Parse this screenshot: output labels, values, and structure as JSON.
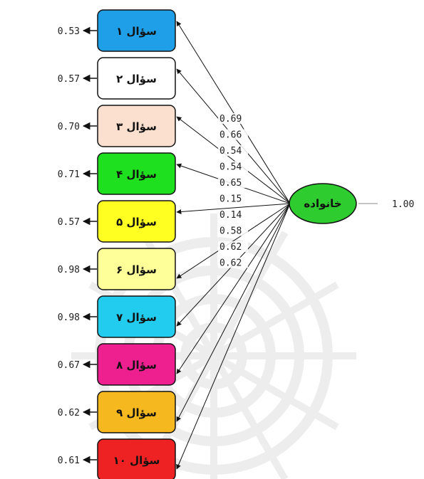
{
  "latent": {
    "label": "خانواده",
    "variance": "1.00",
    "color": "#2ecc2e"
  },
  "items": [
    {
      "label": "سؤال ۱",
      "error": "0.53",
      "loading": "0.69",
      "color": "#1e9fe8"
    },
    {
      "label": "سؤال ۲",
      "error": "0.57",
      "loading": "0.66",
      "color": "#ffffff"
    },
    {
      "label": "سؤال ۳",
      "error": "0.70",
      "loading": "0.54",
      "color": "#fbe0d0"
    },
    {
      "label": "سؤال ۴",
      "error": "0.71",
      "loading": "0.54",
      "color": "#1ee01e"
    },
    {
      "label": "سؤال ۵",
      "error": "0.57",
      "loading": "0.65",
      "color": "#ffff22"
    },
    {
      "label": "سؤال ۶",
      "error": "0.98",
      "loading": "0.15",
      "color": "#ffff99"
    },
    {
      "label": "سؤال ۷",
      "error": "0.98",
      "loading": "0.14",
      "color": "#22ccee"
    },
    {
      "label": "سؤال ۸",
      "error": "0.67",
      "loading": "0.58",
      "color": "#ee1f8f"
    },
    {
      "label": "سؤال ۹",
      "error": "0.62",
      "loading": "0.62",
      "color": "#f5b81e"
    },
    {
      "label": "سؤال ۱۰",
      "error": "0.61",
      "loading": "0.62",
      "color": "#ee2222"
    }
  ],
  "watermark_color": "#dcdcdc"
}
